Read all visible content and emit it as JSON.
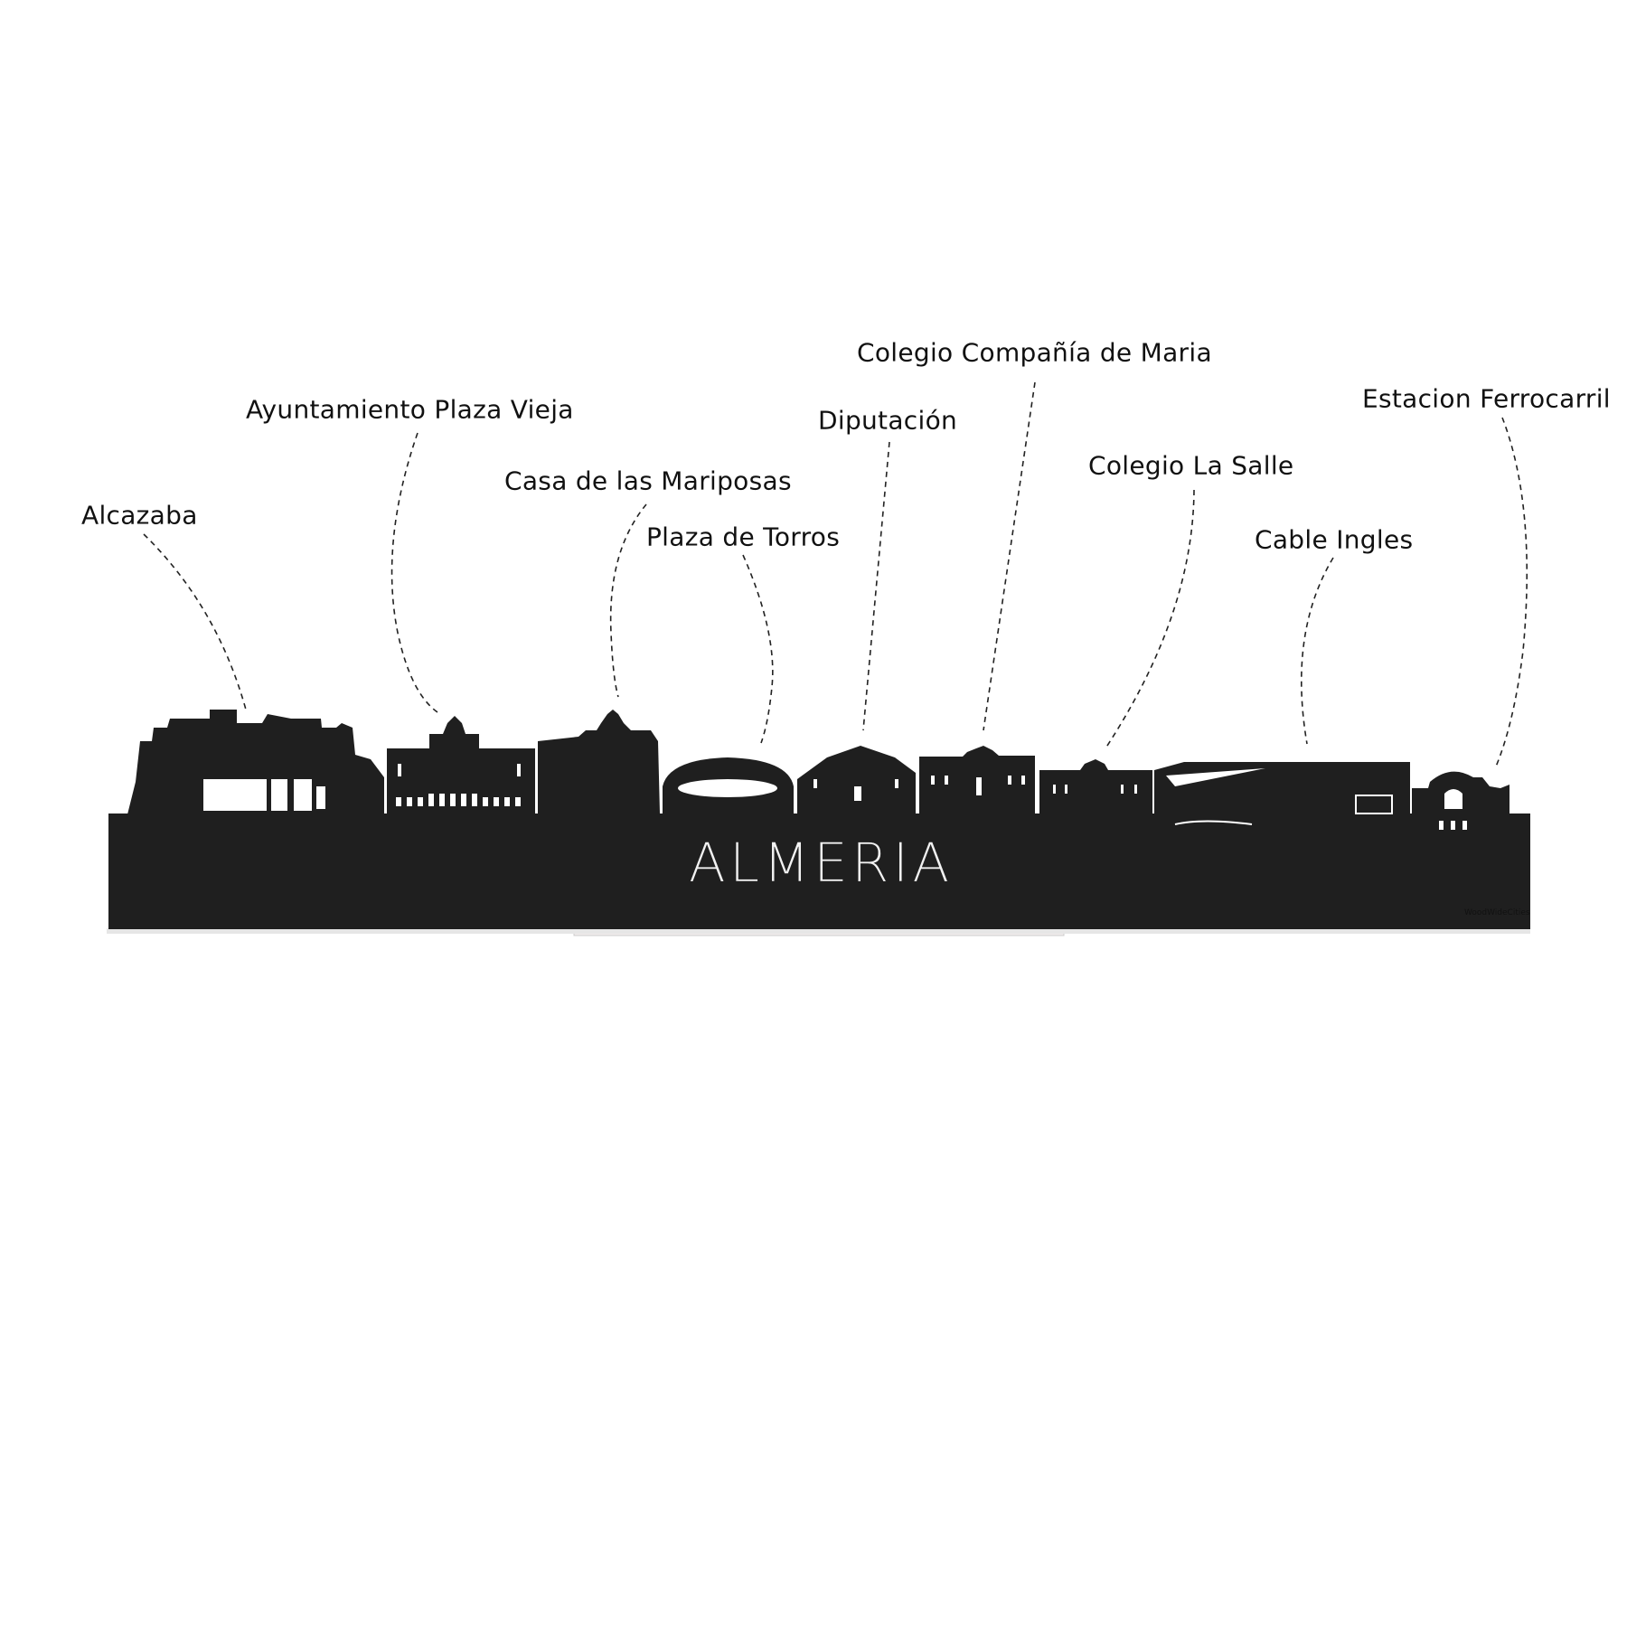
{
  "title": "ALMERIA",
  "watermark": "WoodWideCities",
  "landmarks": [
    {
      "name": "Alcazaba"
    },
    {
      "name": "Ayuntamiento Plaza Vieja"
    },
    {
      "name": "Casa de las Mariposas"
    },
    {
      "name": "Plaza de Torros"
    },
    {
      "name": "Diputación"
    },
    {
      "name": "Colegio Compañía de Maria"
    },
    {
      "name": "Colegio La Salle"
    },
    {
      "name": "Cable Ingles"
    },
    {
      "name": "Estacion Ferrocarril"
    }
  ],
  "colors": {
    "silhouette": "#1f1f1f",
    "stand": "#f1ecec",
    "background": "#ffffff"
  }
}
